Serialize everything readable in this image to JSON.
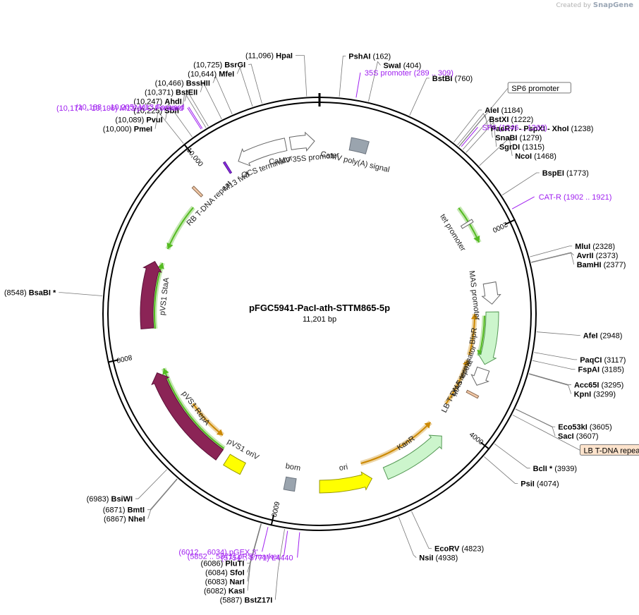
{
  "credit": {
    "prefix": "Created by",
    "brand": "SnapGene"
  },
  "plasmid": {
    "name": "pFGC5941-PacI-ath-STTM865-5p",
    "size_label": "11,201 bp",
    "length": 11201
  },
  "ticks": [
    {
      "pos": 2000,
      "label": "2000"
    },
    {
      "pos": 4000,
      "label": "4000"
    },
    {
      "pos": 6000,
      "label": "6000"
    },
    {
      "pos": 8000,
      "label": "8000"
    },
    {
      "pos": 10000,
      "label": "10,000"
    }
  ],
  "sites": [
    {
      "pos": 11096,
      "name": "HpaI",
      "loc": "(11,096)",
      "star": false
    },
    {
      "pos": 162,
      "name": "PshAI",
      "loc": "(162)",
      "star": false
    },
    {
      "pos": 404,
      "name": "SwaI",
      "loc": "(404)",
      "star": false
    },
    {
      "pos": 760,
      "name": "BstBI",
      "loc": "(760)",
      "star": false
    },
    {
      "pos": 1184,
      "name": "AleI",
      "loc": "(1184)",
      "star": false
    },
    {
      "pos": 1222,
      "name": "BstXI",
      "loc": "(1222)",
      "star": false
    },
    {
      "pos": 1238,
      "name": "PaeR7I - PspXI - XhoI",
      "loc": "(1238)",
      "star": false
    },
    {
      "pos": 1279,
      "name": "SnaBI",
      "loc": "(1279)",
      "star": false
    },
    {
      "pos": 1315,
      "name": "SgrDI",
      "loc": "(1315)",
      "star": false
    },
    {
      "pos": 1468,
      "name": "NcoI",
      "loc": "(1468)",
      "star": false
    },
    {
      "pos": 1773,
      "name": "BspEI",
      "loc": "(1773)",
      "star": false
    },
    {
      "pos": 2328,
      "name": "MluI",
      "loc": "(2328)",
      "star": false
    },
    {
      "pos": 2373,
      "name": "AvrII",
      "loc": "(2373)",
      "star": false
    },
    {
      "pos": 2377,
      "name": "BamHI",
      "loc": "(2377)",
      "star": false
    },
    {
      "pos": 2948,
      "name": "AfeI",
      "loc": "(2948)",
      "star": false
    },
    {
      "pos": 3117,
      "name": "PaqCI",
      "loc": "(3117)",
      "star": false
    },
    {
      "pos": 3185,
      "name": "FspAI",
      "loc": "(3185)",
      "star": false
    },
    {
      "pos": 3295,
      "name": "Acc65I",
      "loc": "(3295)",
      "star": false
    },
    {
      "pos": 3299,
      "name": "KpnI",
      "loc": "(3299)",
      "star": false
    },
    {
      "pos": 3605,
      "name": "Eco53kI",
      "loc": "(3605)",
      "star": false
    },
    {
      "pos": 3607,
      "name": "SacI",
      "loc": "(3607)",
      "star": false
    },
    {
      "pos": 3939,
      "name": "BclI",
      "loc": "(3939)",
      "star": true
    },
    {
      "pos": 4074,
      "name": "PsiI",
      "loc": "(4074)",
      "star": false
    },
    {
      "pos": 4823,
      "name": "EcoRV",
      "loc": "(4823)",
      "star": false
    },
    {
      "pos": 4938,
      "name": "NsiI",
      "loc": "(4938)",
      "star": false
    },
    {
      "pos": 5887,
      "name": "BstZ17I",
      "loc": "(5887)",
      "star": false
    },
    {
      "pos": 6082,
      "name": "KasI",
      "loc": "(6082)",
      "star": false
    },
    {
      "pos": 6083,
      "name": "NarI",
      "loc": "(6083)",
      "star": false
    },
    {
      "pos": 6084,
      "name": "SfoI",
      "loc": "(6084)",
      "star": false
    },
    {
      "pos": 6086,
      "name": "PluTI",
      "loc": "(6086)",
      "star": false
    },
    {
      "pos": 6867,
      "name": "NheI",
      "loc": "(6867)",
      "star": false
    },
    {
      "pos": 6871,
      "name": "BmtI",
      "loc": "(6871)",
      "star": false
    },
    {
      "pos": 6983,
      "name": "BsiWI",
      "loc": "(6983)",
      "star": false
    },
    {
      "pos": 8548,
      "name": "BsaBI",
      "loc": "(8548)",
      "star": true
    },
    {
      "pos": 10000,
      "name": "PmeI",
      "loc": "(10,000)",
      "star": false
    },
    {
      "pos": 10089,
      "name": "PvuI",
      "loc": "(10,089)",
      "star": false
    },
    {
      "pos": 10225,
      "name": "SbfI",
      "loc": "(10,225)",
      "star": false
    },
    {
      "pos": 10247,
      "name": "AhdI",
      "loc": "(10,247)",
      "star": false
    },
    {
      "pos": 10371,
      "name": "BstEII",
      "loc": "(10,371)",
      "star": false
    },
    {
      "pos": 10466,
      "name": "BssHII",
      "loc": "(10,466)",
      "star": false
    },
    {
      "pos": 10644,
      "name": "MfeI",
      "loc": "(10,644)",
      "star": false
    },
    {
      "pos": 10725,
      "name": "BsrGI",
      "loc": "(10,725)",
      "star": false
    }
  ],
  "primers": [
    {
      "pos": 299,
      "name": "35S promoter",
      "loc": "(289 .. 309)",
      "side": "outer"
    },
    {
      "pos": 1254,
      "name": "SP6",
      "loc": "(1246 .. 1263)",
      "side": "outer"
    },
    {
      "pos": 1911,
      "name": "CAT-R",
      "loc": "(1902 .. 1921)",
      "side": "outer"
    },
    {
      "pos": 6023,
      "name": "pGEX 3'",
      "loc": "(6012 .. 6034)",
      "side": "outer"
    },
    {
      "pos": 5861,
      "name": "pRS-marker",
      "loc": "(5852 .. 5871)",
      "side": "outer"
    },
    {
      "pos": 5762,
      "name": "L4440",
      "loc": "(5754 .. 5771)",
      "side": "outer"
    },
    {
      "pos": 10196,
      "name": "M13 Forward",
      "loc": "(10,188 .. 10,205)",
      "side": "outer"
    },
    {
      "pos": 10185,
      "name": "M13/pUC Forward",
      "loc": "(10,174 .. 10,196)",
      "side": "outer"
    }
  ],
  "boxed_labels": [
    {
      "name": "SP6 promoter",
      "style": "plain"
    },
    {
      "name": "LB T-DNA repeat",
      "style": "peach"
    }
  ],
  "features": [
    {
      "name": "CaMV 35S promoter",
      "start": 10900,
      "end": 11150,
      "color": "#ffffff",
      "stroke": "#666666",
      "dir": 1
    },
    {
      "name": "CaMV poly(A) signal",
      "start": 320,
      "end": 500,
      "color": "#9aa4ae",
      "stroke": "#6e7680",
      "dir": 0
    },
    {
      "name": "OCS terminator",
      "start": 10330,
      "end": 10850,
      "color": "#ffffff",
      "stroke": "#666666",
      "dir": -1
    },
    {
      "name": "M13 fwd",
      "start": 10190,
      "end": 10210,
      "color": "#8a2be2",
      "stroke": "#5a1a9a",
      "dir": 0
    },
    {
      "name": "RB T-DNA repeat",
      "start": 9790,
      "end": 9815,
      "color": "#f3c9a8",
      "stroke": "#8a6a50",
      "dir": 0
    },
    {
      "name": "tet promoter",
      "start": 1810,
      "end": 1840,
      "color": "#ffffff",
      "stroke": "#666666",
      "dir": 0
    },
    {
      "name": "MAS promoter",
      "start": 2480,
      "end": 2700,
      "color": "#ffffff",
      "stroke": "#666666",
      "dir": 1
    },
    {
      "name": "BlpR",
      "start": 2780,
      "end": 3330,
      "color": "#ccf5cc",
      "stroke": "#559955",
      "dir": 1
    },
    {
      "name": "MAS terminator",
      "start": 3380,
      "end": 3560,
      "color": "#ffffff",
      "stroke": "#666666",
      "dir": 1
    },
    {
      "name": "LB T-DNA repeat",
      "start": 3650,
      "end": 3675,
      "color": "#f3c9a8",
      "stroke": "#8a6a50",
      "dir": 0
    },
    {
      "name": "KanR",
      "start": 4200,
      "end": 4900,
      "color": "#ccf5cc",
      "stroke": "#559955",
      "dir": -1
    },
    {
      "name": "ori",
      "start": 5050,
      "end": 5600,
      "color": "#ffff00",
      "stroke": "#999900",
      "dir": -1
    },
    {
      "name": "bom",
      "start": 5850,
      "end": 5960,
      "color": "#9aa4ae",
      "stroke": "#6e7680",
      "dir": 0
    },
    {
      "name": "pVS1 oriV",
      "start": 6420,
      "end": 6610,
      "color": "#ffff00",
      "stroke": "#999900",
      "dir": 0
    },
    {
      "name": "pVS1 RepA",
      "start": 6700,
      "end": 7780,
      "color": "#8b2456",
      "stroke": "#5c1038",
      "dir": 1
    },
    {
      "name": "pVS1 StaA",
      "start": 8250,
      "end": 8950,
      "color": "#8b2456",
      "stroke": "#5c1038",
      "dir": 1
    }
  ],
  "orfs": [
    {
      "start": 1640,
      "end": 2050,
      "dir": 1,
      "ring": 1,
      "color": "#55bb22"
    },
    {
      "start": 2820,
      "end": 3260,
      "dir": 1,
      "ring": 2,
      "color": "#55bb22"
    },
    {
      "start": 2800,
      "end": 3280,
      "dir": -1,
      "ring": 3,
      "color": "#cc8800"
    },
    {
      "start": 3340,
      "end": 3900,
      "dir": -1,
      "ring": 3,
      "color": "#cc8800"
    },
    {
      "start": 4180,
      "end": 5120,
      "dir": -1,
      "ring": 3,
      "color": "#cc8800"
    },
    {
      "start": 6700,
      "end": 7800,
      "dir": 1,
      "ring": 2,
      "color": "#55bb22"
    },
    {
      "start": 6800,
      "end": 7300,
      "dir": -1,
      "ring": 3,
      "color": "#cc8800"
    },
    {
      "start": 8240,
      "end": 8960,
      "dir": 1,
      "ring": 2,
      "color": "#55bb22"
    },
    {
      "start": 9120,
      "end": 9650,
      "dir": -1,
      "ring": 2,
      "color": "#55bb22"
    }
  ]
}
